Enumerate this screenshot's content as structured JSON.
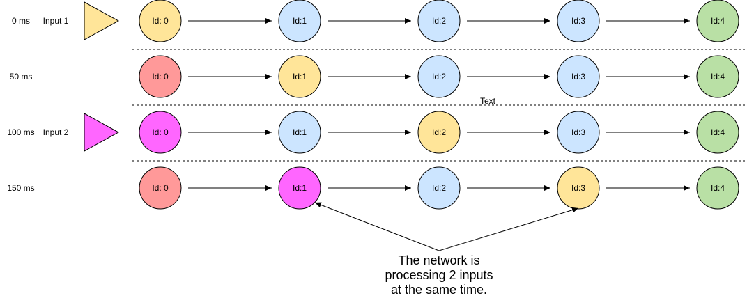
{
  "colors": {
    "light_yellow": "#ffe599",
    "light_blue": "#cce5ff",
    "light_green": "#b9e0a5",
    "red": "#ff9999",
    "magenta": "#ff66ff",
    "stroke": "#000000",
    "separator": "#000000"
  },
  "rows": [
    {
      "time_label": "0 ms",
      "input_label": "Input 1",
      "input_color": "#ffe599",
      "nodes": [
        {
          "label": "Id: 0",
          "color": "#ffe599"
        },
        {
          "label": "Id:1",
          "color": "#cce5ff"
        },
        {
          "label": "Id:2",
          "color": "#cce5ff"
        },
        {
          "label": "Id:3",
          "color": "#cce5ff"
        },
        {
          "label": "Id:4",
          "color": "#b9e0a5"
        }
      ]
    },
    {
      "time_label": "50 ms",
      "input_label": "",
      "input_color": null,
      "nodes": [
        {
          "label": "Id: 0",
          "color": "#ff9999"
        },
        {
          "label": "Id:1",
          "color": "#ffe599"
        },
        {
          "label": "Id:2",
          "color": "#cce5ff"
        },
        {
          "label": "Id:3",
          "color": "#cce5ff"
        },
        {
          "label": "Id:4",
          "color": "#b9e0a5"
        }
      ]
    },
    {
      "time_label": "100 ms",
      "input_label": "Input 2",
      "input_color": "#ff66ff",
      "nodes": [
        {
          "label": "Id: 0",
          "color": "#ff66ff"
        },
        {
          "label": "Id:1",
          "color": "#cce5ff"
        },
        {
          "label": "Id:2",
          "color": "#ffe599"
        },
        {
          "label": "Id:3",
          "color": "#cce5ff"
        },
        {
          "label": "Id:4",
          "color": "#b9e0a5"
        }
      ]
    },
    {
      "time_label": "150 ms",
      "input_label": "",
      "input_color": null,
      "nodes": [
        {
          "label": "Id: 0",
          "color": "#ff9999"
        },
        {
          "label": "Id:1",
          "color": "#ff66ff"
        },
        {
          "label": "Id:2",
          "color": "#cce5ff"
        },
        {
          "label": "Id:3",
          "color": "#ffe599"
        },
        {
          "label": "Id:4",
          "color": "#b9e0a5"
        }
      ]
    }
  ],
  "stray_label": "Text",
  "annotation": {
    "lines": [
      "The network is",
      "processing 2 inputs",
      "at the same time."
    ]
  }
}
